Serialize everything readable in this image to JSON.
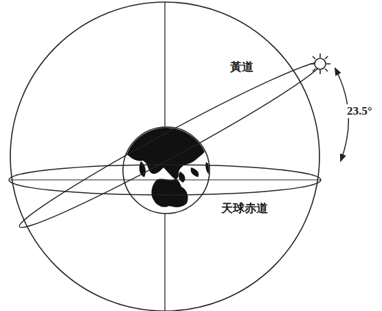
{
  "diagram": {
    "labels": [
      "黃道",
      "天球赤道",
      "23.5°"
    ]
  }
}
